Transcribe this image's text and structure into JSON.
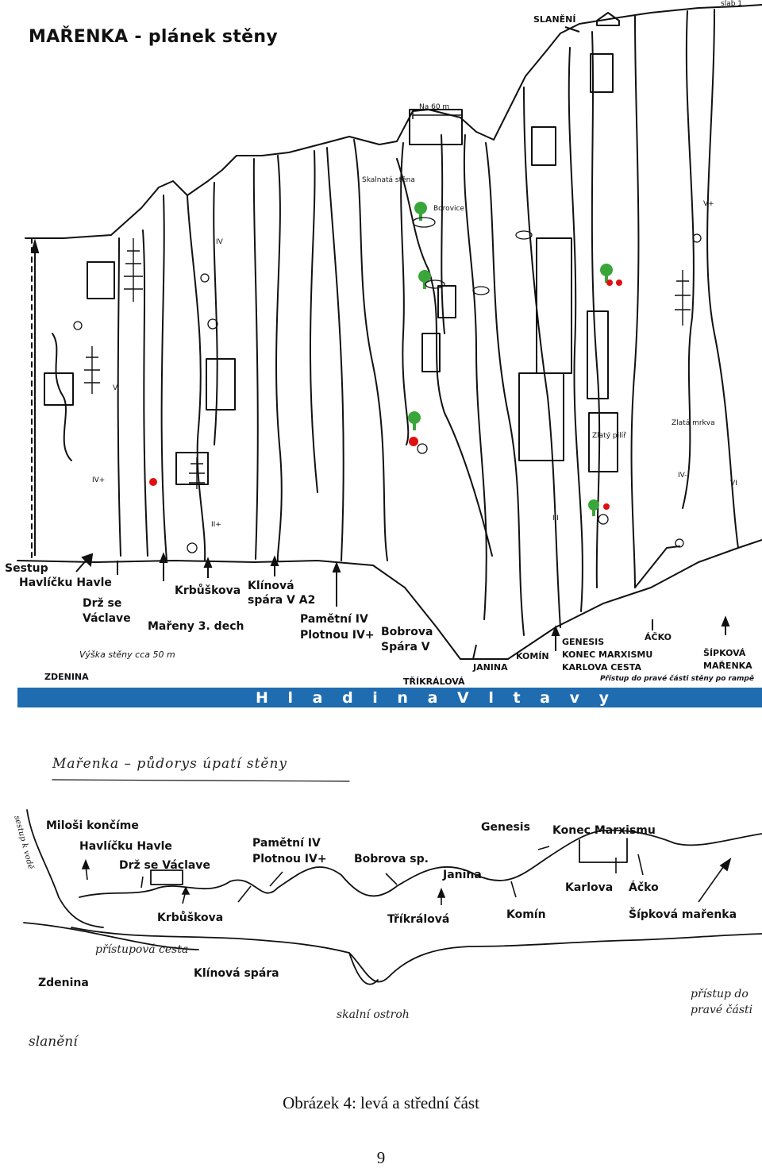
{
  "topo": {
    "title": "MAŘENKA - plánek stěny",
    "top_right": {
      "slaneni": "SLANĚNÍ",
      "sign": "slab 1"
    },
    "wall_height": "Výška stěny cca 50 m",
    "water_band": "H l a d i n a   V l t a v y",
    "access_right": "Přístup do pravé části stěny po rampě",
    "routes_bottom": {
      "sestup_1": "Sestup",
      "sestup_2": "Havlíčku Havle",
      "drz_1": "Drž se",
      "drz_2": "Václave",
      "krbuskova": "Krbůškova",
      "mareny": "Mařeny 3. dech",
      "klinova_1": "Klínová",
      "klinova_2": "spára V A2",
      "pametni_1": "Pamětní IV",
      "pametni_2": "Plotnou IV+",
      "bobrova_1": "Bobrova",
      "bobrova_2": "Spára  V",
      "janina": "JANINA",
      "trikralova": "TŘÍKRÁLOVÁ",
      "komin": "KOMÍN",
      "genesis": "GENESIS",
      "konec": "KONEC MARXISMU",
      "karlova": "KARLOVA CESTA",
      "acko": "ÁČKO",
      "sipkova_1": "ŠÍPKOVÁ",
      "sipkova_2": "MAŘENKA",
      "zdenina": "ZDENINA"
    },
    "annotations": {
      "na60m": "Na 60 m",
      "skal_stena": "Skalnatá stěna",
      "bornec": "Borovice",
      "zlaty_pilir": "Zlatý pilíř",
      "zlato_mrakra": "Zlatá mrkva"
    },
    "grades": [
      "IV",
      "V",
      "IV+",
      "III",
      "II+",
      "V+",
      "VI",
      "IV-"
    ]
  },
  "plan": {
    "title": "Mařenka  –  půdorys  úpatí  stěny",
    "labels": {
      "milosi": "Miloši končíme",
      "havlicku": "Havlíčku Havle",
      "drz": "Drž se Václave",
      "pametni_1": "Pamětní IV",
      "pametni_2": "Plotnou IV+",
      "bobrova": "Bobrova sp.",
      "janina": "Janina",
      "genesis": "Genesis",
      "konec": "Konec Marxismu",
      "karlova": "Karlova",
      "acko": "Áčko",
      "krbuskova": "Krbůškova",
      "trikralova": "Tříkrálová",
      "komin": "Komín",
      "sipkova": "Šípková mařenka",
      "zdenina": "Zdenina",
      "klinova": "Klínová spára"
    },
    "hand": {
      "pristupova": "přístupová cesta",
      "skalni": "skalní ostroh",
      "pristup_1": "přístup do",
      "pristup_2": "pravé části",
      "slaneni": "slanění",
      "sestup_side": "sestup k vodě"
    }
  },
  "caption": "Obrázek 4: levá a střední část",
  "page_number": "9",
  "colors": {
    "water": "#1f6cb0",
    "marker_red": "#e01010",
    "tree_green": "#3aa63a"
  }
}
